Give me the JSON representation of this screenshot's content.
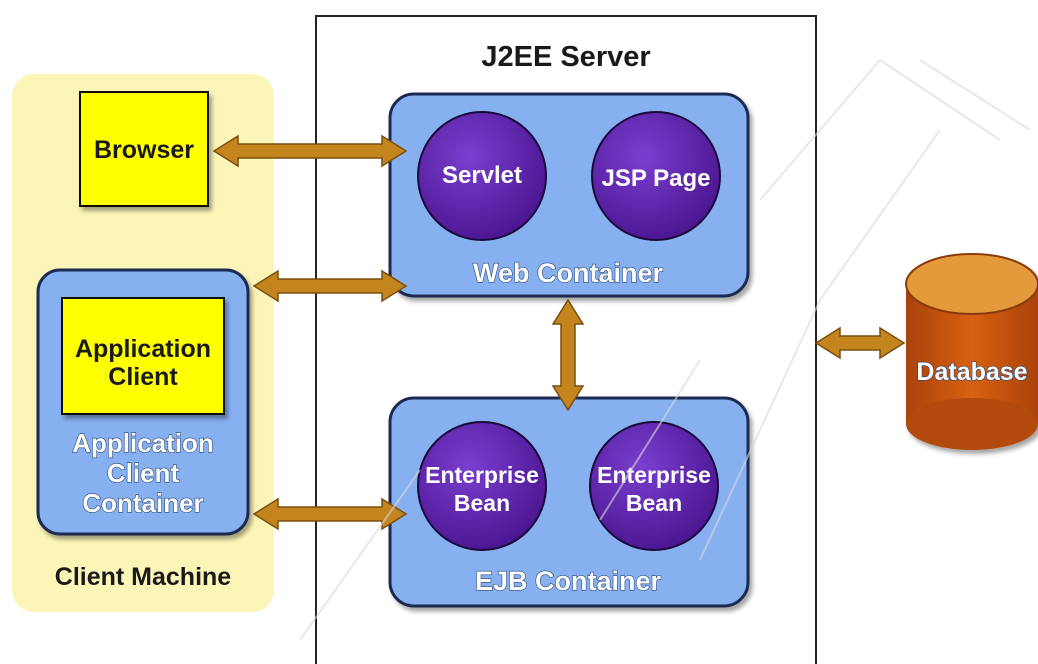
{
  "colors": {
    "client_machine_bg": "#fbf6b8",
    "server_border": "#222222",
    "container_fill": "#86b0f0",
    "container_border": "#1d2b52",
    "yellow_box": "#ffff00",
    "component_circle": "#5a1ea3",
    "arrow": "#c5851e",
    "database": "#c4520a"
  },
  "labels": {
    "server_title": "J2EE Server",
    "browser": "Browser",
    "app_client_line1": "Application",
    "app_client_line2": "Client",
    "acc_line1": "Application",
    "acc_line2": "Client",
    "acc_line3": "Container",
    "client_machine": "Client Machine",
    "web_container": "Web Container",
    "servlet": "Servlet",
    "jsp_page": "JSP Page",
    "ejb_container": "EJB Container",
    "bean1_line1": "Enterprise",
    "bean1_line2": "Bean",
    "bean2_line1": "Enterprise",
    "bean2_line2": "Bean",
    "database": "Database"
  }
}
